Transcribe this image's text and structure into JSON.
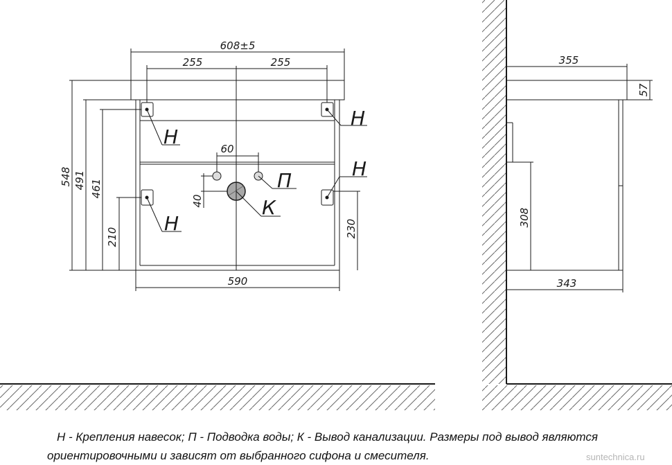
{
  "front_view": {
    "dims": {
      "overall_width": "608±5",
      "mount_left": "255",
      "mount_right": "255",
      "bottom_width": "590",
      "height_total": "548",
      "height_491": "491",
      "height_461": "461",
      "height_210": "210",
      "height_230": "230",
      "pipe_spacing": "60",
      "pipe_height": "40"
    },
    "labels": {
      "mount_top_right": "Н",
      "mount_top_left": "Н",
      "mount_mid_right": "Н",
      "mount_bottom_left": "Н",
      "water": "П",
      "drain": "К"
    }
  },
  "side_view": {
    "dims": {
      "depth_top": "355",
      "top_thickness": "57",
      "body_height": "308",
      "body_depth": "343"
    }
  },
  "legend": {
    "line1": "Н - Крепления навесок; П - Подводка воды; К - Вывод канализации. Размеры под вывод являются",
    "line2": "ориентировочными и зависят от выбранного сифона и смесителя."
  },
  "watermark": "suntechnica.ru"
}
